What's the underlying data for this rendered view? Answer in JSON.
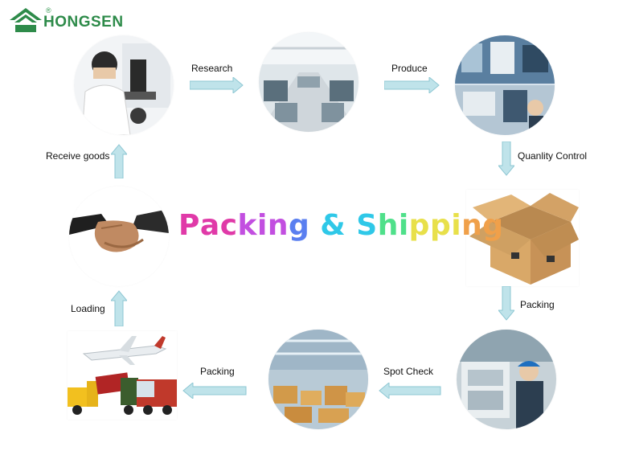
{
  "brand": {
    "name": "HONGSEN",
    "registered": "®",
    "color": "#2e8b4a"
  },
  "title": "Packing & Shipping",
  "title_gradient": [
    "#e03aa8",
    "#c24fe0",
    "#5a7ff0",
    "#2fc8e8",
    "#4fe08a",
    "#e8e04a",
    "#f0a04a"
  ],
  "arrow_color": "#bfe3ea",
  "arrow_stroke": "#8ec7d3",
  "steps": {
    "research": "Research",
    "produce": "Produce",
    "quality_control": "Quanlity Control",
    "packing_right": "Packing",
    "spot_check": "Spot Check",
    "packing_bottom": "Packing",
    "loading": "Loading",
    "receive_goods": "Receive goods"
  }
}
